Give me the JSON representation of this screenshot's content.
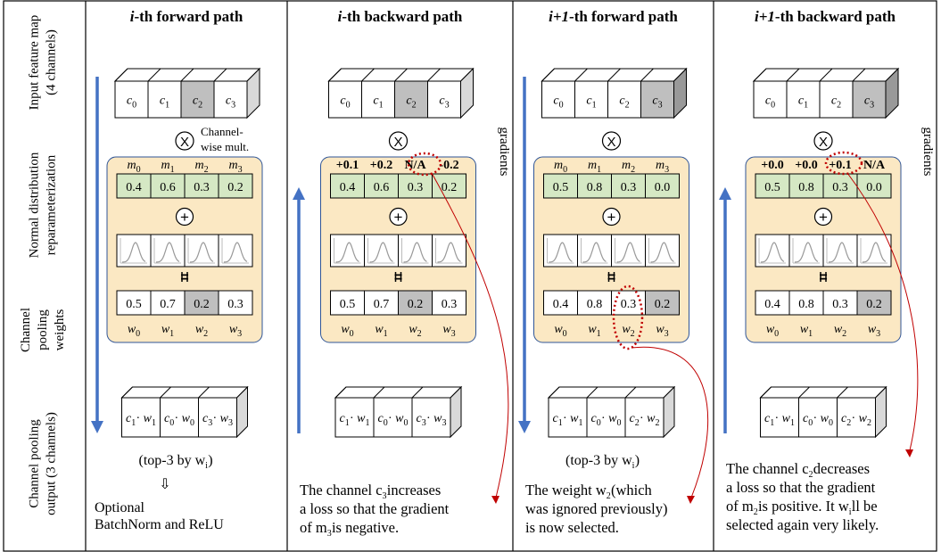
{
  "row_labels": [
    [
      "Input feature map",
      "(4 channels)"
    ],
    [
      "Normal distribution",
      "reparameterization"
    ],
    [
      "Channel",
      "pooling",
      "weights"
    ],
    [
      "Channel pooling",
      "output (3 channels)"
    ]
  ],
  "columns": [
    {
      "title_a": "i",
      "title_b": "-th forward path",
      "input_channels": [
        "c0",
        "c1",
        "c2",
        "c3"
      ],
      "input_shaded": 2,
      "show_mult_note": true,
      "mult_note": [
        "Channel-",
        "wise mult."
      ],
      "means_labels": [
        "m0",
        "m1",
        "m2",
        "m3"
      ],
      "means_bold": false,
      "means": [
        "0.4",
        "0.6",
        "0.3",
        "0.2"
      ],
      "weights": [
        "0.5",
        "0.7",
        "0.2",
        "0.3"
      ],
      "weight_shaded": 2,
      "weight_labels": [
        "w0",
        "w1",
        "w2",
        "w3"
      ],
      "output": [
        "c1 · w1",
        "c0 · w0",
        "c3 · w3"
      ],
      "arrow": "down",
      "below_text": "(top-3 by wi)",
      "extra": [
        "Optional",
        "BatchNorm and ReLU"
      ]
    },
    {
      "title_a": "i",
      "title_b": "-th backward path",
      "input_channels": [
        "c0",
        "c1",
        "c2",
        "c3"
      ],
      "input_shaded": 2,
      "show_mult_note": false,
      "means_labels": [
        "+0.1",
        "+0.2",
        "N/A",
        "-0.2"
      ],
      "means_bold": true,
      "means": [
        "0.4",
        "0.6",
        "0.3",
        "0.2"
      ],
      "weights": [
        "0.5",
        "0.7",
        "0.2",
        "0.3"
      ],
      "weight_shaded": 2,
      "weight_labels": [
        "w0",
        "w1",
        "w2",
        "w3"
      ],
      "output": [
        "c1 · w1",
        "c0 · w0",
        "c3 · w3"
      ],
      "arrow": "up",
      "gradients_label": "gradients",
      "note": [
        "The channel c3 increases",
        "a loss so that the gradient",
        "of m3 is negative."
      ]
    },
    {
      "title_a": "i+1",
      "title_b": "-th forward path",
      "input_channels": [
        "c0",
        "c1",
        "c2",
        "c3"
      ],
      "input_shaded": 3,
      "show_mult_note": false,
      "means_labels": [
        "m0",
        "m1",
        "m2",
        "m3"
      ],
      "means_bold": false,
      "means": [
        "0.5",
        "0.8",
        "0.3",
        "0.0"
      ],
      "weights": [
        "0.4",
        "0.8",
        "0.3",
        "0.2"
      ],
      "weight_shaded": 3,
      "weight_labels": [
        "w0",
        "w1",
        "w2",
        "w3"
      ],
      "output": [
        "c1 · w1",
        "c0 · w0",
        "c2 · w2"
      ],
      "arrow": "down",
      "below_text": "(top-3 by wi)",
      "note": [
        "The weight w2 (which",
        "was ignored previously)",
        "is now selected."
      ]
    },
    {
      "title_a": "i+1",
      "title_b": "-th backward path",
      "input_channels": [
        "c0",
        "c1",
        "c2",
        "c3"
      ],
      "input_shaded": 3,
      "show_mult_note": false,
      "means_labels": [
        "+0.0",
        "+0.0",
        "+0.1",
        "N/A"
      ],
      "means_bold": true,
      "means": [
        "0.5",
        "0.8",
        "0.3",
        "0.0"
      ],
      "weights": [
        "0.4",
        "0.8",
        "0.3",
        "0.2"
      ],
      "weight_shaded": 3,
      "weight_labels": [
        "w0",
        "w1",
        "w2",
        "w3"
      ],
      "output": [
        "c1 · w1",
        "c0 · w0",
        "c2 · w2"
      ],
      "arrow": "up",
      "gradients_label": "gradients",
      "note": [
        "The channel c2 decreases",
        "a loss so that the gradient",
        "of m2 is positive. It will be",
        "selected again very likely."
      ]
    }
  ],
  "colors": {
    "panel_fill": "#fbe8c3",
    "panel_stroke": "#2f5597",
    "means_fill": "#d5e8c4",
    "shade": "#bfbfbf",
    "arrow": "#4472c4",
    "red": "#c00000"
  }
}
